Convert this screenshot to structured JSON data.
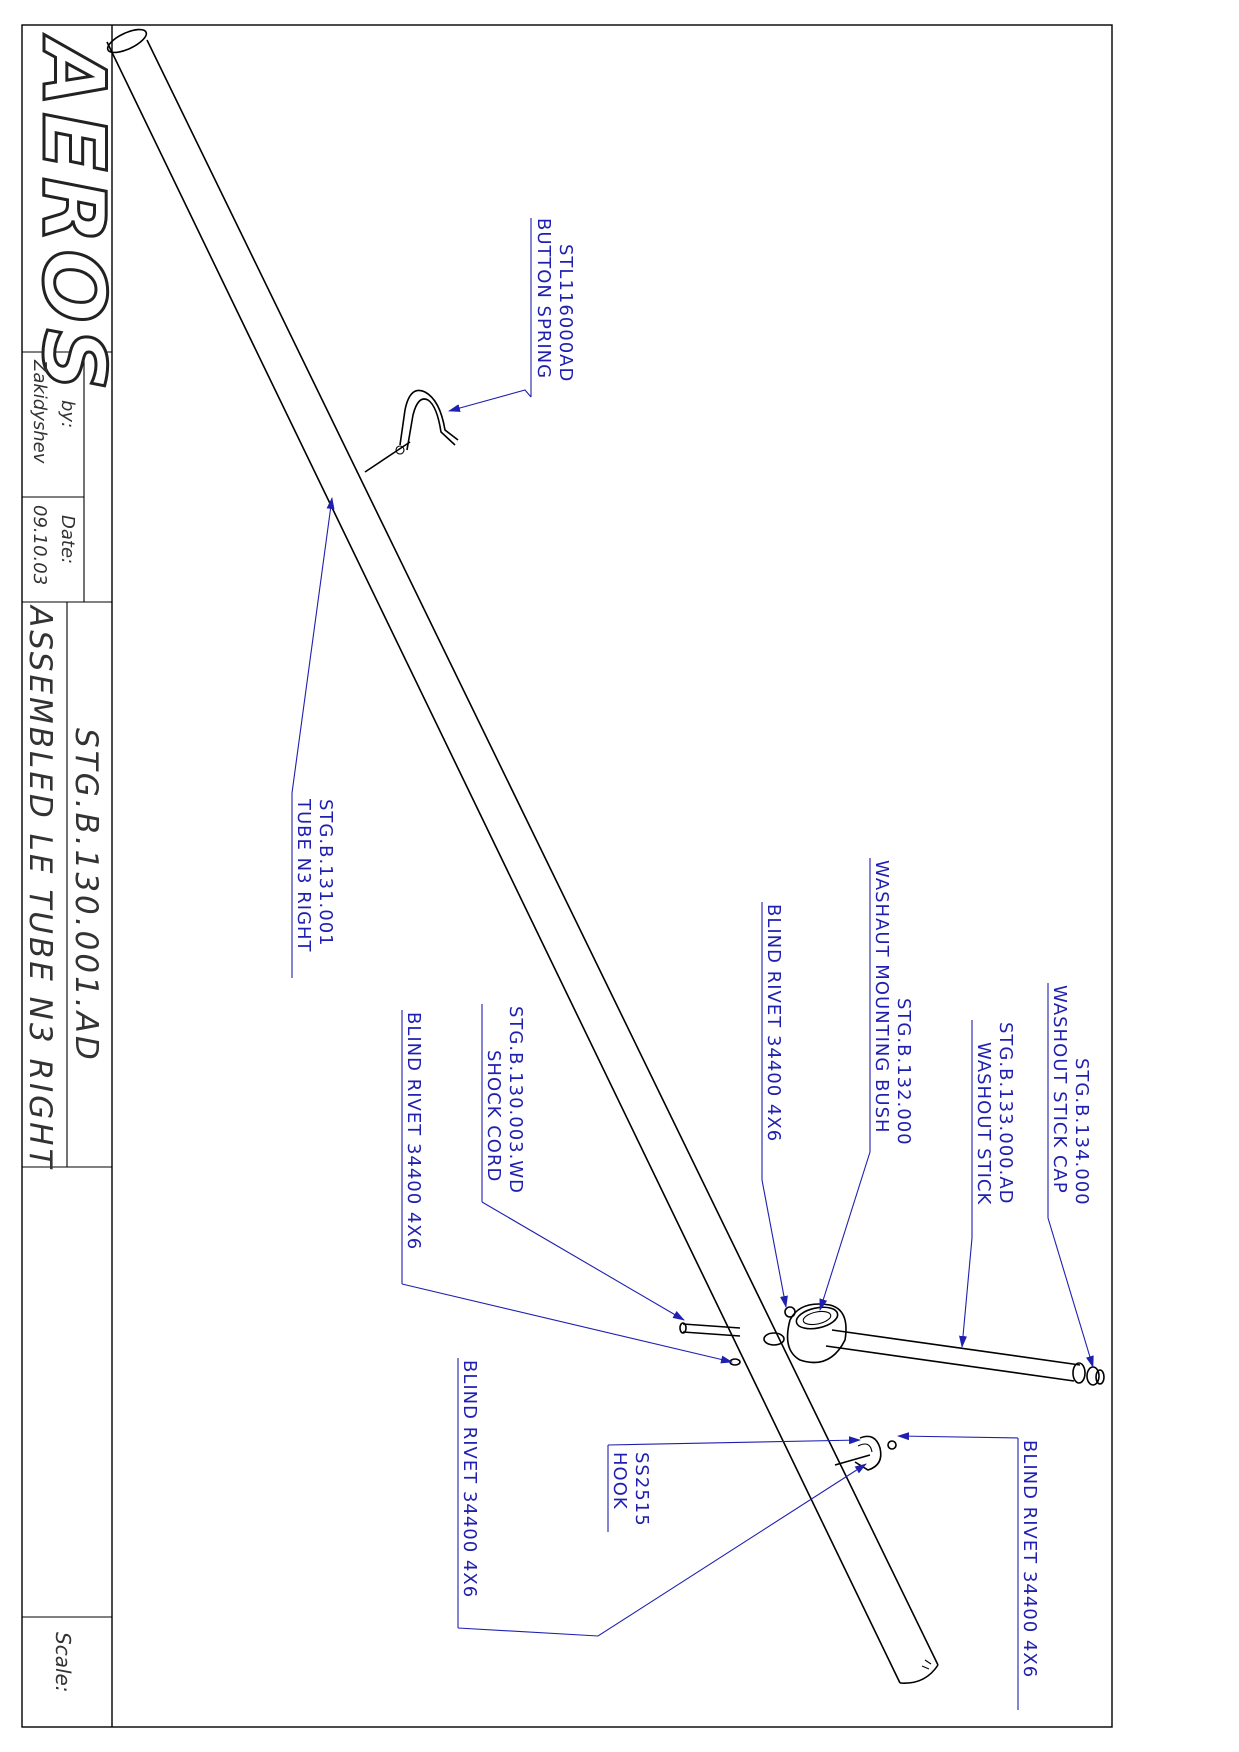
{
  "title_block": {
    "logo": "AEROS",
    "by_label": "by:",
    "date_label": "Date:",
    "author": "Zakidyshev",
    "date": "09.10.03",
    "drawing_number": "STG.B.130.001.AD",
    "drawing_title": "ASSEMBLED LE TUBE N3 RIGHT",
    "scale_label": "Scale:"
  },
  "callouts": {
    "button_spring": {
      "code": "STL116000AD",
      "name": "BUTTON SPRING"
    },
    "tube": {
      "code": "STG.B.131.001",
      "name": "TUBE N3 RIGHT"
    },
    "washout_cap": {
      "code": "STG.B.134.000",
      "name": "WASHOUT STICK CAP"
    },
    "washout_stick": {
      "code": "STG.B.133.000.AD",
      "name": "WASHOUT STICK"
    },
    "mounting_bush": {
      "code": "STG.B.132.000",
      "name": "WASHAUT MOUNTING BUSH"
    },
    "rivet_1": {
      "name": "BLIND RIVET 34400 4X6"
    },
    "shock_cord": {
      "code": "STG.B.130.003.WD",
      "name": "SHOCK CORD"
    },
    "rivet_2": {
      "name": "BLIND RIVET 34400 4X6"
    },
    "hook": {
      "code": "SS2515",
      "name": "HOOK"
    },
    "rivet_3": {
      "name": "BLIND RIVET 34400 4X6"
    },
    "rivet_4": {
      "name": "BLIND RIVET 34400 4X6"
    }
  },
  "colors": {
    "callout": "#1f1fb0",
    "line": "#000000"
  }
}
